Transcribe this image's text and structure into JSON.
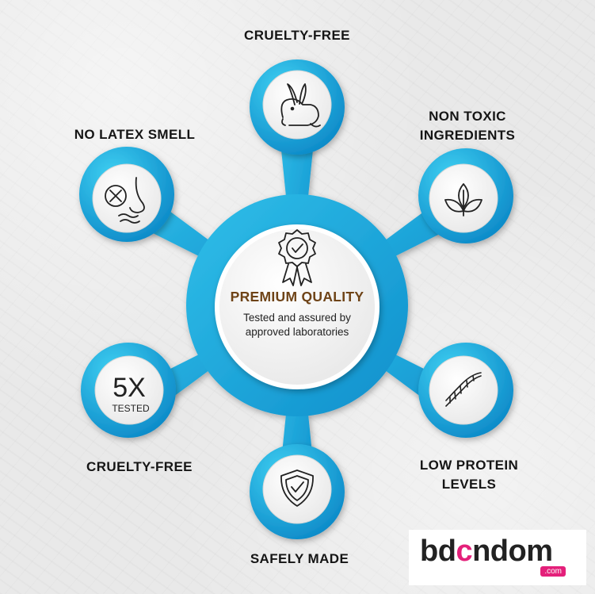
{
  "colors": {
    "accent": "#1aa6dc",
    "accent_dark": "#0e84c1",
    "accent_light": "#34c6ee",
    "title_brown": "#6e4317",
    "brand_pink": "#e4207a"
  },
  "center": {
    "icon": "award-ribbon-check-icon",
    "title": "PREMIUM QUALITY",
    "subtitle": "Tested and assured by\napproved laboratories"
  },
  "features": [
    {
      "key": "top",
      "label": "CRUELTY-FREE",
      "icon": "rabbit-icon"
    },
    {
      "key": "upper-left",
      "label": "NO LATEX SMELL",
      "icon": "no-smell-nose-icon"
    },
    {
      "key": "upper-right",
      "label": "NON TOXIC\nINGREDIENTS",
      "icon": "leaf-icon"
    },
    {
      "key": "lower-left",
      "label": "CRUELTY-FREE",
      "icon": "5x-tested-icon",
      "icon_text_big": "5X",
      "icon_text_small": "TESTED"
    },
    {
      "key": "lower-right",
      "label": "LOW PROTEIN\nLEVELS",
      "icon": "dna-icon"
    },
    {
      "key": "bottom",
      "label": "SAFELY MADE",
      "icon": "shield-check-icon"
    }
  ],
  "brand": {
    "name_part1": "bd",
    "name_part2": "c",
    "name_part3": "ndom",
    "domain": ".com"
  }
}
